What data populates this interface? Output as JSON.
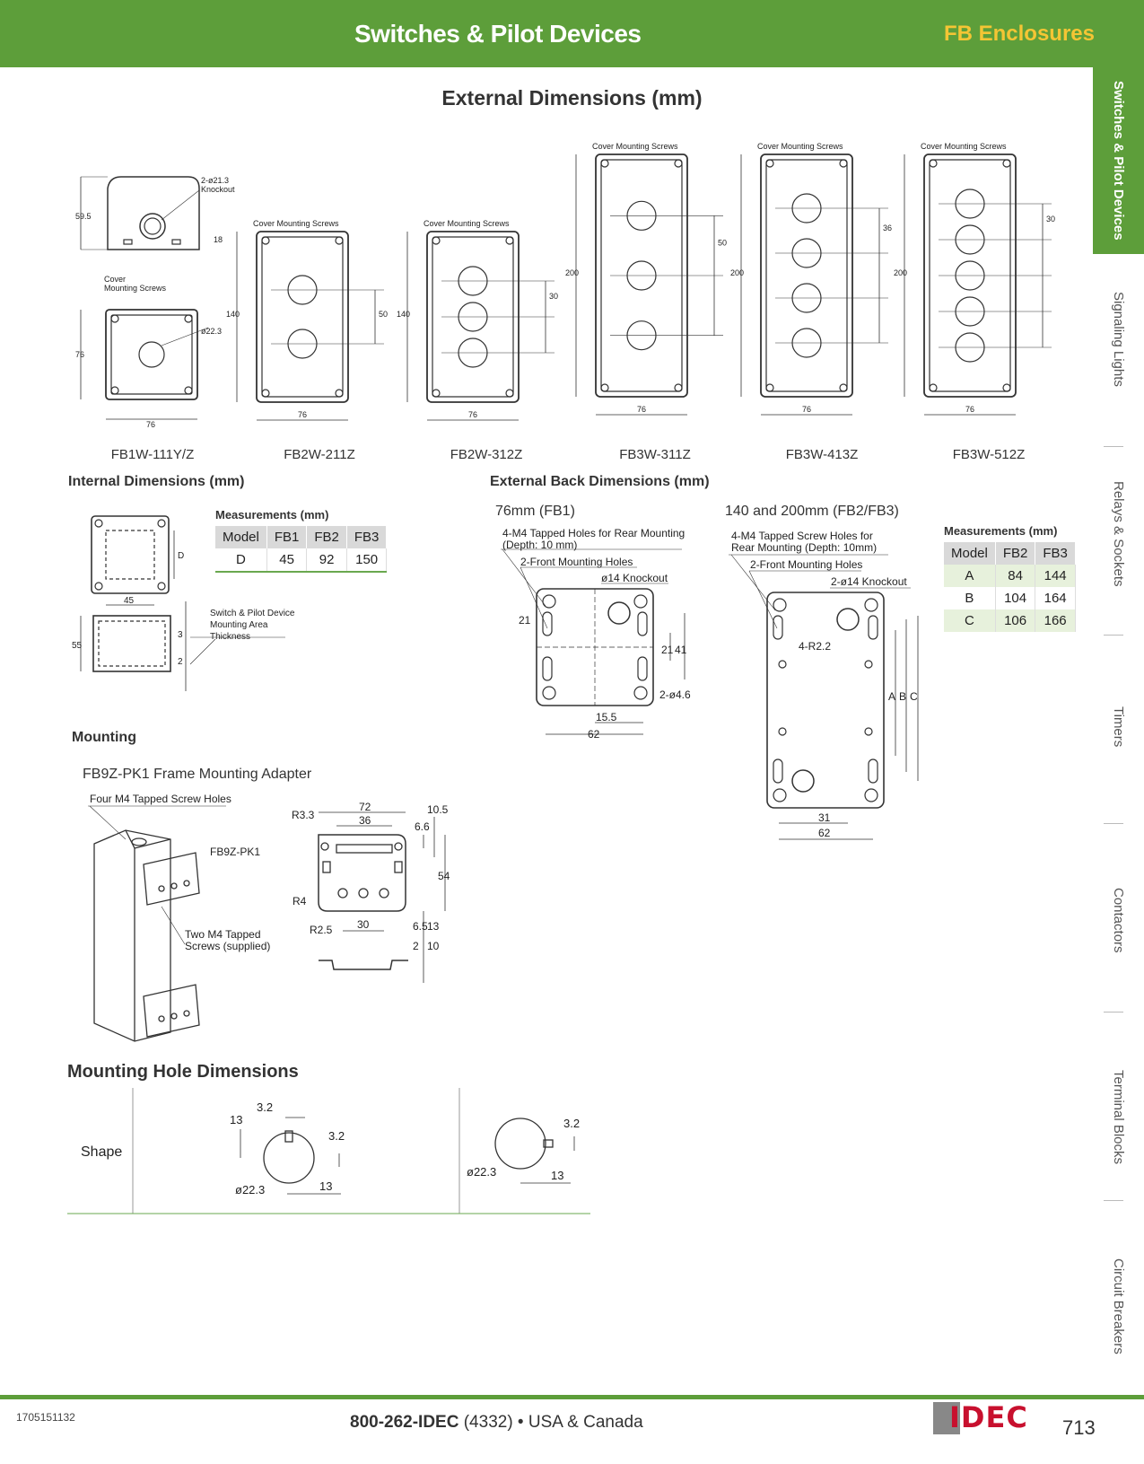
{
  "header": {
    "title": "Switches & Pilot Devices",
    "subtitle": "FB Enclosures"
  },
  "sidebar": [
    {
      "label": "Switches & Pilot Devices",
      "active": true
    },
    {
      "label": "Signaling Lights",
      "active": false
    },
    {
      "label": "Relays & Sockets",
      "active": false
    },
    {
      "label": "Timers",
      "active": false
    },
    {
      "label": "Contactors",
      "active": false
    },
    {
      "label": "Terminal Blocks",
      "active": false
    },
    {
      "label": "Circuit Breakers",
      "active": false
    }
  ],
  "external": {
    "title": "External Dimensions (mm)",
    "models": [
      "FB1W-111Y/Z",
      "FB2W-211Z",
      "FB2W-312Z",
      "FB3W-311Z",
      "FB3W-413Z",
      "FB3W-512Z"
    ],
    "labels": {
      "cover_screws": "Cover Mounting Screws",
      "cover": "Cover",
      "mounting_screws": "Mounting Screws",
      "knockout1": "2-ø21.3",
      "knockout2": "Knockout",
      "d223": "ø22.3",
      "w76": "76",
      "h76": "76",
      "h59": "59.5",
      "h18": "18",
      "h140": "140",
      "h200": "200",
      "d50": "50",
      "d30": "30",
      "d36": "36"
    }
  },
  "internal": {
    "title": "Internal Dimensions (mm)",
    "meas_title": "Measurements (mm)",
    "headers": [
      "Model",
      "FB1",
      "FB2",
      "FB3"
    ],
    "row": [
      "D",
      "45",
      "92",
      "150"
    ],
    "note": [
      "Switch & Pilot Device",
      "Mounting Area",
      "Thickness"
    ],
    "dims": {
      "w45": "45",
      "h55": "55",
      "d3": "3",
      "d2": "2",
      "D": "D"
    }
  },
  "back": {
    "title": "External Back Dimensions (mm)",
    "fb1_sub": "76mm (FB1)",
    "fb23_sub": "140 and 200mm (FB2/FB3)",
    "fb1_labels": [
      "4-M4 Tapped Holes for Rear Mounting",
      "(Depth: 10 mm)",
      "2-Front Mounting Holes",
      "ø14 Knockout"
    ],
    "fb1_dims": {
      "d21": "21",
      "d41": "41",
      "d155": "15.5",
      "d62": "62",
      "d46": "2-ø4.6"
    },
    "fb23_labels": [
      "4-M4 Tapped Screw Holes for",
      "Rear Mounting (Depth: 10mm)",
      "2-Front Mounting Holes",
      "2-ø14 Knockout"
    ],
    "fb23_dims": {
      "r22": "4-R2.2",
      "A": "A",
      "B": "B",
      "C": "C",
      "d31": "31",
      "d62": "62"
    },
    "meas_title": "Measurements (mm)",
    "headers": [
      "Model",
      "FB2",
      "FB3"
    ],
    "rows": [
      [
        "A",
        "84",
        "144"
      ],
      [
        "B",
        "104",
        "164"
      ],
      [
        "C",
        "106",
        "166"
      ]
    ]
  },
  "mounting": {
    "title": "Mounting",
    "subtitle": "FB9Z-PK1 Frame Mounting Adapter",
    "labels": [
      "Four M4 Tapped Screw Holes",
      "FB9Z-PK1",
      "Two M4 Tapped",
      "Screws (supplied)"
    ],
    "dims": {
      "d72": "72",
      "d36": "36",
      "r33": "R3.3",
      "d66": "6.6",
      "d105": "10.5",
      "d54": "54",
      "r4": "R4",
      "r25": "R2.5",
      "d30": "30",
      "d65": "6.5",
      "d13": "13",
      "d10": "10",
      "d2": "2"
    }
  },
  "holes": {
    "title": "Mounting Hole Dimensions",
    "shape_label": "Shape",
    "dims": {
      "d32": "3.2",
      "d13": "13",
      "d223": "ø22.3"
    }
  },
  "footer": {
    "code": "1705151132",
    "phone_bold": "800-262-IDEC",
    "phone_rest": " (4332) • USA & Canada",
    "logo": "IDEC",
    "page": "713"
  }
}
